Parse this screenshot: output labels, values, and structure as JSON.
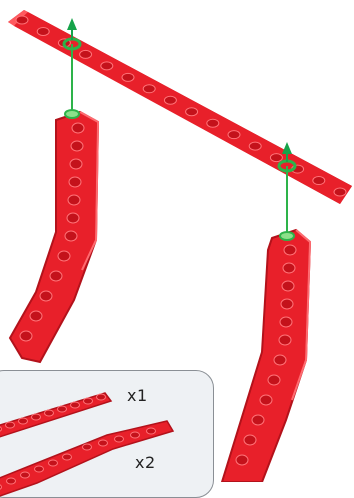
{
  "colors": {
    "brick": "#e8202a",
    "brick_dark": "#b3121b",
    "brick_light": "#ff5a5f",
    "axle": "#2db34a",
    "arrow": "#16a34a"
  },
  "scene": {
    "top_beam": {
      "name": "straight-beam-15"
    },
    "left_leg": {
      "name": "angled-beam-left"
    },
    "right_leg": {
      "name": "angled-beam-right"
    }
  },
  "parts_callout": {
    "items": [
      {
        "part": "straight-beam",
        "quantity": "x1"
      },
      {
        "part": "angled-beam",
        "quantity": "x2"
      }
    ]
  }
}
